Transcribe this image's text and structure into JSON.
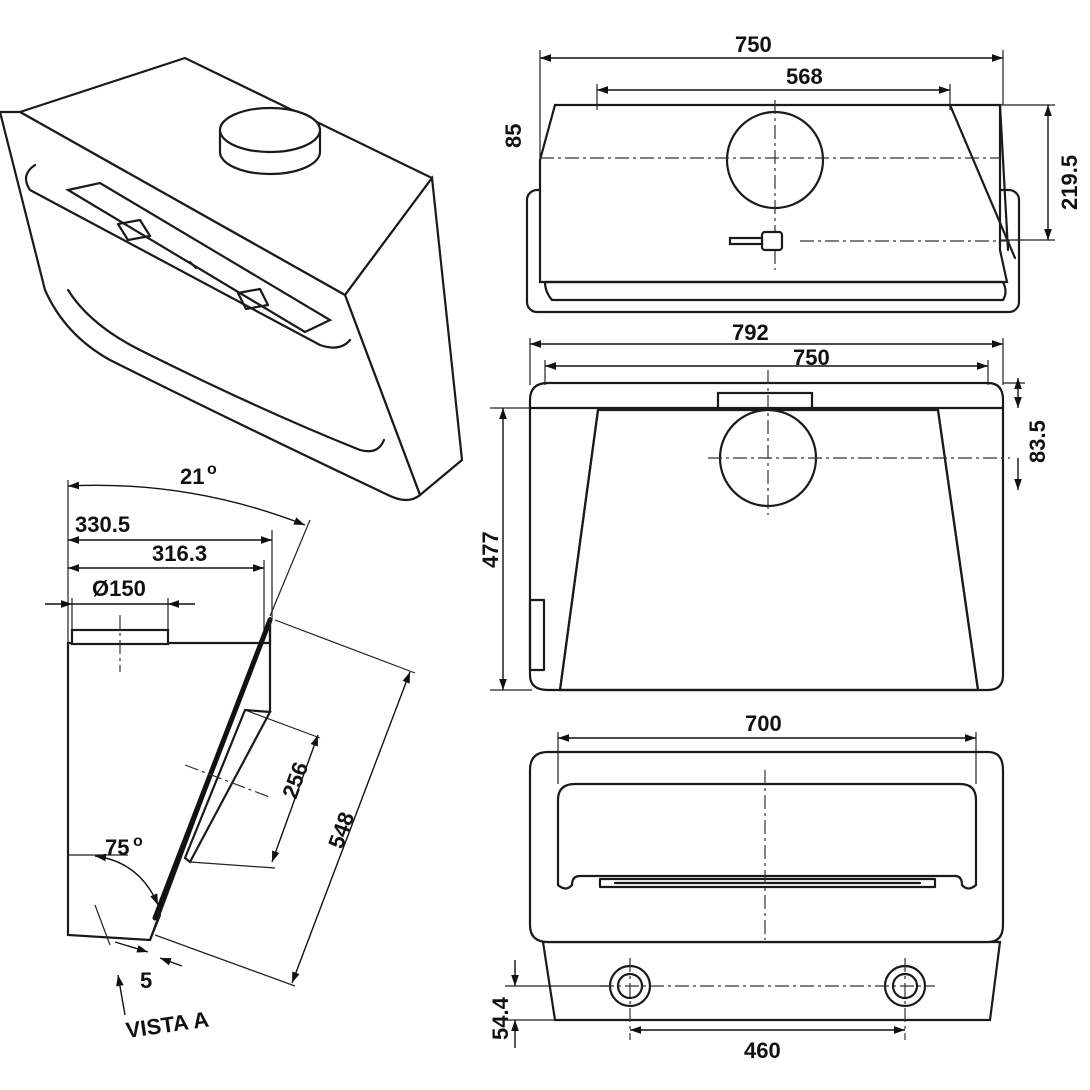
{
  "dims": {
    "angle_top": "21",
    "depth_outer": "330.5",
    "depth_inner": "316.3",
    "duct_diameter": "Ø150",
    "front_height": "256",
    "front_length": "548",
    "angle_bottom": "75",
    "gap": "5",
    "view_label": "VISTA A",
    "top_width": "750",
    "inner_width": "568",
    "offset_85": "85",
    "offset_2195": "219.5",
    "front_outer": "792",
    "front_width": "750",
    "height_477": "477",
    "offset_835": "83.5",
    "bottom_width": "700",
    "bottom_offset": "54.4",
    "holes_spacing": "460"
  },
  "colors": {
    "line": "#1a1a1a",
    "background": "#ffffff"
  }
}
